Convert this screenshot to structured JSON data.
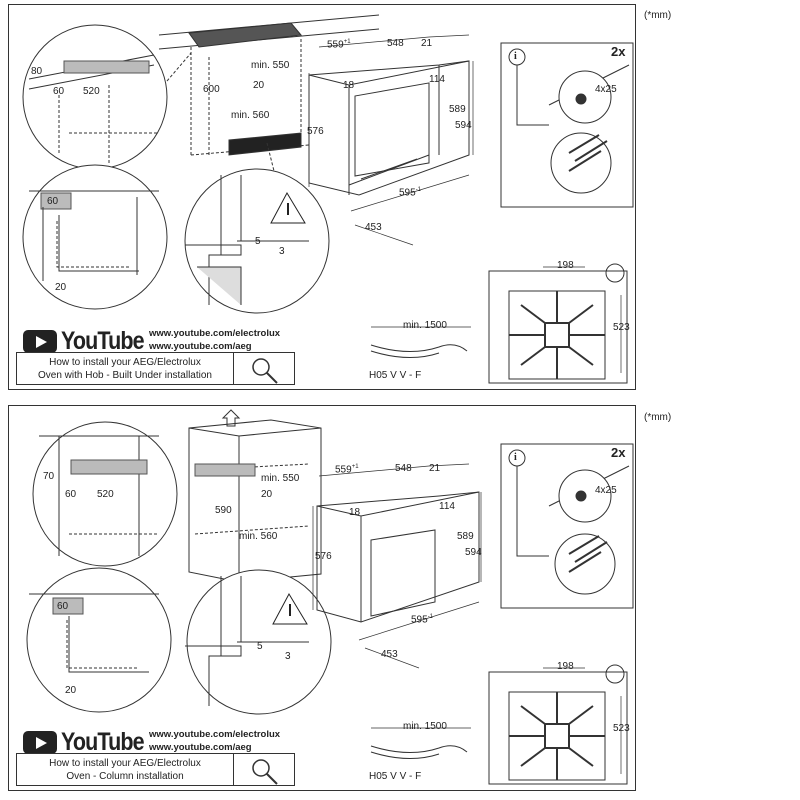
{
  "unit_note": "(*mm)",
  "youtube": {
    "logo_text": "YouTube",
    "links": [
      "www.youtube.com/electrolux",
      "www.youtube.com/aeg"
    ]
  },
  "panels": [
    {
      "id": "built-under",
      "caption_line1": "How to install your AEG/Electrolux",
      "caption_line2": "Oven with Hob - Built Under installation",
      "dims": {
        "d80": "80",
        "d60a": "60",
        "d520": "520",
        "d600": "600",
        "min550": "min. 550",
        "d20a": "20",
        "min560": "min. 560",
        "d60b": "60",
        "d20b": "20",
        "d5": "5",
        "d3": "3"
      },
      "oven": {
        "w559": "559",
        "w559sup": "+1",
        "w548": "548",
        "w21": "21",
        "h18": "18",
        "h114": "114",
        "h576": "576",
        "h589": "589",
        "h594": "594",
        "w595": "595",
        "w595sup": "-1",
        "w453": "453"
      },
      "screws": {
        "count": "2x",
        "size": "4x25",
        "info": "i"
      },
      "cable": {
        "min": "min. 1500",
        "type": "H05 V V - F"
      },
      "back": {
        "w198": "198",
        "h523": "523"
      }
    },
    {
      "id": "column",
      "caption_line1": "How to install your AEG/Electrolux",
      "caption_line2": "Oven - Column installation",
      "dims": {
        "d70": "70",
        "d60a": "60",
        "d520": "520",
        "d590": "590",
        "min550": "min. 550",
        "d20a": "20",
        "min560": "min. 560",
        "d60b": "60",
        "d20b": "20",
        "d5": "5",
        "d3": "3"
      },
      "oven": {
        "w559": "559",
        "w559sup": "+1",
        "w548": "548",
        "w21": "21",
        "h18": "18",
        "h114": "114",
        "h576": "576",
        "h589": "589",
        "h594": "594",
        "w595": "595",
        "w595sup": "-1",
        "w453": "453"
      },
      "screws": {
        "count": "2x",
        "size": "4x25",
        "info": "i"
      },
      "cable": {
        "min": "min. 1500",
        "type": "H05 V V - F"
      },
      "back": {
        "w198": "198",
        "h523": "523"
      }
    }
  ]
}
